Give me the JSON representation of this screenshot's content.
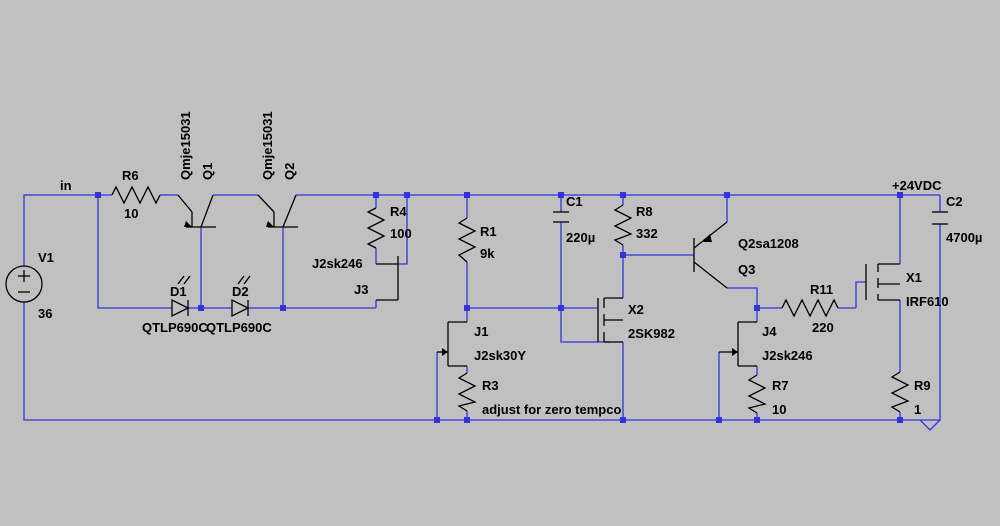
{
  "nets": {
    "input": "in",
    "supply": "+24VDC"
  },
  "components": {
    "V1": {
      "ref": "V1",
      "value": "36"
    },
    "R6": {
      "ref": "R6",
      "value": "10"
    },
    "Q1": {
      "ref": "Q1",
      "value": "Qmje15031"
    },
    "Q2": {
      "ref": "Q2",
      "value": "Qmje15031"
    },
    "D1": {
      "ref": "D1",
      "value": "QTLP690C"
    },
    "D2": {
      "ref": "D2",
      "value": "QTLP690C"
    },
    "R4": {
      "ref": "R4",
      "value": "100"
    },
    "J3": {
      "ref": "J3",
      "value": "J2sk246"
    },
    "R1": {
      "ref": "R1",
      "value": "9k"
    },
    "J1": {
      "ref": "J1",
      "value": "J2sk30Y"
    },
    "R3": {
      "ref": "R3",
      "value": "adjust for zero tempco"
    },
    "C1": {
      "ref": "C1",
      "value": "220µ"
    },
    "X2": {
      "ref": "X2",
      "value": "2SK982"
    },
    "R8": {
      "ref": "R8",
      "value": "332"
    },
    "Q3": {
      "ref": "Q3",
      "value": "Q2sa1208"
    },
    "J4": {
      "ref": "J4",
      "value": "J2sk246"
    },
    "R7": {
      "ref": "R7",
      "value": "10"
    },
    "R11": {
      "ref": "R11",
      "value": "220"
    },
    "X1": {
      "ref": "X1",
      "value": "IRF610"
    },
    "R9": {
      "ref": "R9",
      "value": "1"
    },
    "C2": {
      "ref": "C2",
      "value": "4700µ"
    }
  }
}
